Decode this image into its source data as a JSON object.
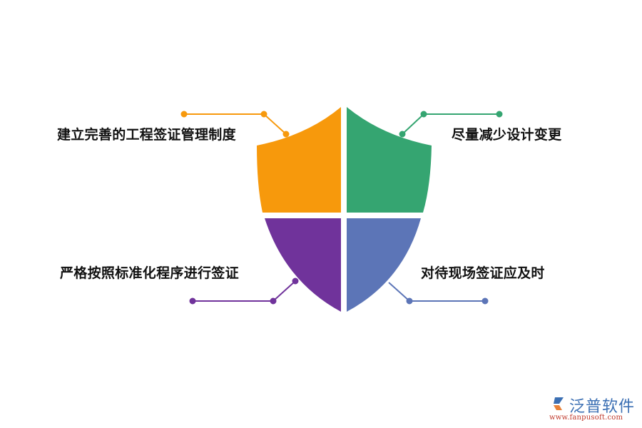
{
  "diagram": {
    "type": "shield-quadrant",
    "quadrants": [
      {
        "position": "top-left",
        "label": "建立完善的工程签证管理制度",
        "color": "#F7990C"
      },
      {
        "position": "top-right",
        "label": "尽量减少设计变更",
        "color": "#35A571"
      },
      {
        "position": "bottom-left",
        "label": "严格按照标准化程序进行签证",
        "color": "#70339B"
      },
      {
        "position": "bottom-right",
        "label": "对待现场签证应及时",
        "color": "#5C75B7"
      }
    ]
  },
  "logo": {
    "name": "泛普软件",
    "url": "www.fanpusoft.com"
  }
}
